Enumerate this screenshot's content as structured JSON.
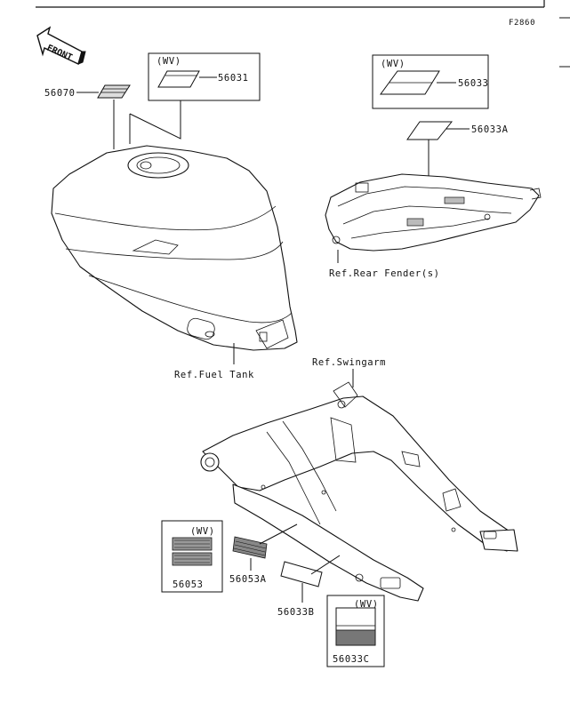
{
  "figure_code": "F2860",
  "front_arrow": "FRONT",
  "variant_tag": "(WV)",
  "labels": {
    "p56070": "56070",
    "p56031": "56031",
    "p56033": "56033",
    "p56033A": "56033A",
    "ref_rear_fender": "Ref.Rear Fender(s)",
    "ref_fuel_tank": "Ref.Fuel Tank",
    "ref_swingarm": "Ref.Swingarm",
    "p56053": "56053",
    "p56053A": "56053A",
    "p56033B": "56033B",
    "p56033C": "56033C"
  }
}
